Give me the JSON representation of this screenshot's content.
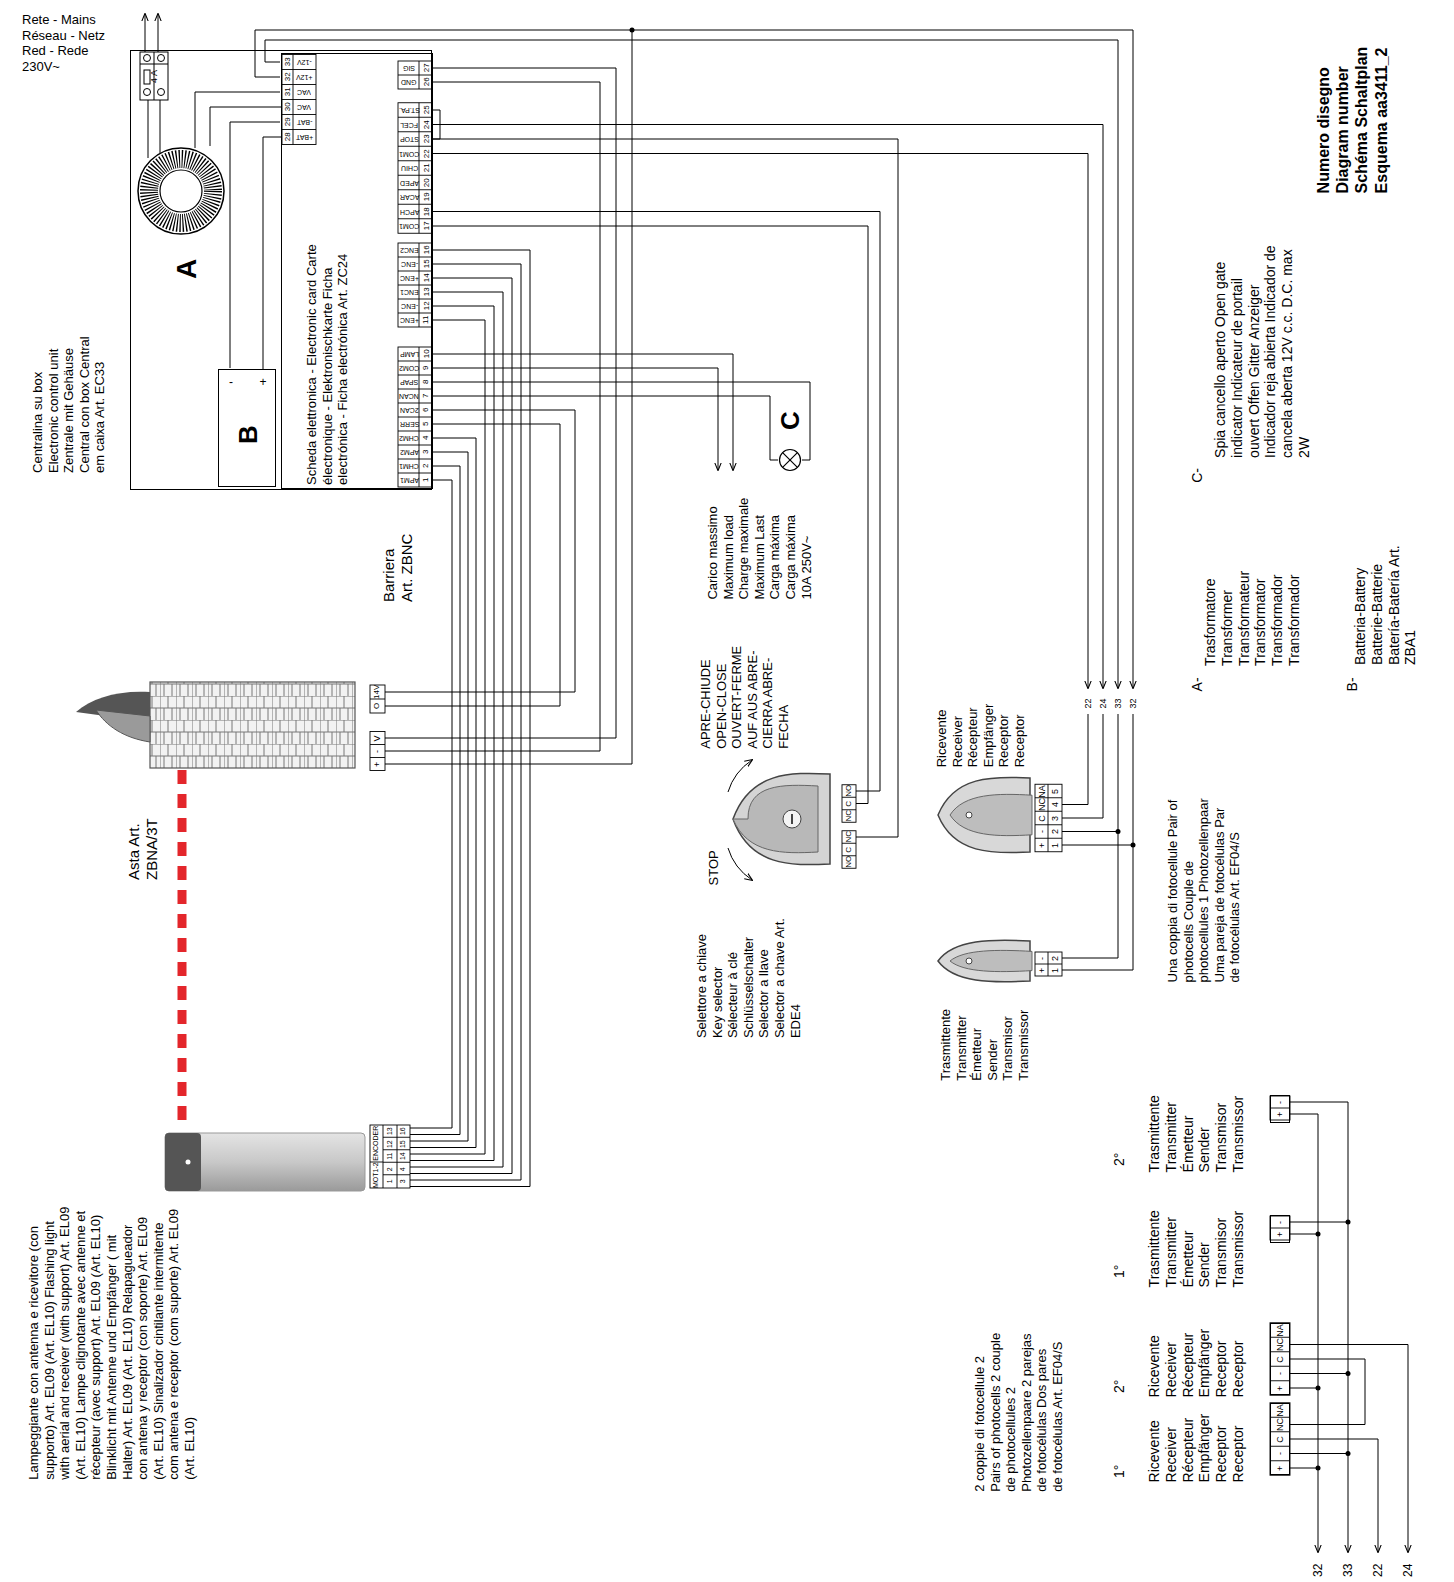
{
  "diagram": {
    "nodes": [
      {
        "text": [
          "Centralina su box Electronic control unit Zentrale mit Gehäuse Central con box Central em caixa Art. EC33"
        ]
      },
      {
        "text": [
          "Scheda elettronica - Electronic card Carte électronique - Elektronischkarte Ficha electrónica - Ficha electrónica Art. ZC24"
        ],
        "in": 0
      },
      {
        "text": [
          "A"
        ],
        "in": 0
      },
      {
        "text": [
          "B"
        ],
        "in": 0
      },
      {
        "text": [
          "C"
        ]
      },
      {
        "text": [
          "Selettore a chiave Key selector Sélecteur à clé Schlüsselschalter Selector a llave Selector a chave Art. EDE4"
        ]
      },
      {
        "text": [
          "Ricevente Receiver Récepteur Empfänger Receptor Receptor"
        ]
      },
      {
        "text": [
          "Trasmittente Transmitter Émetteur Sender Transmisor Transmissor"
        ]
      },
      {
        "text": [
          "1°",
          "Ricevente Receiver Récepteur Empfänger Receptor Receptor"
        ]
      },
      {
        "text": [
          "2°",
          "Ricevente Receiver Récepteur Empfänger Receptor Receptor"
        ]
      },
      {
        "text": [
          "1°",
          "Trasmittente Transmitter Émetteur Sender Transmisor Transmissor"
        ]
      },
      {
        "text": [
          "2°",
          "Trasmittente Transmitter Émetteur Sender Transmisor Transmissor"
        ]
      }
    ],
    "edges": [
      {
        "from": 1,
        "to": 2,
        "arrow": "none"
      },
      {
        "from": 1,
        "to": 3,
        "arrow": "none"
      },
      {
        "from": 1,
        "to": 4,
        "arrow": "none"
      },
      {
        "from": 1,
        "to": 5,
        "arrow": "none"
      }
    ],
    "labels": [
      "Rete - Mains Réseau - Netz Red - Rede 230V~",
      "4 A",
      "-",
      "+",
      "28",
      "29",
      "30",
      "31",
      "32",
      "33",
      "+BAT",
      "-BAT",
      "VAC",
      "VAC",
      "+12V",
      "-12V",
      "1",
      "2",
      "3",
      "4",
      "5",
      "6",
      "7",
      "8",
      "9",
      "10",
      "APM1",
      "CHM1",
      "APM2",
      "CHM2",
      "SERR",
      "2CAN",
      "NCAN",
      "SPAP",
      "COM2",
      "LAMP",
      "11",
      "12",
      "13",
      "14",
      "15",
      "16",
      "+ENC",
      "-ENC",
      "ENC1",
      "+ENC",
      "-ENC",
      "ENC2",
      "17",
      "18",
      "19",
      "20",
      "21",
      "22",
      "23",
      "24",
      "25",
      "COM1",
      "APCH",
      "ACAR",
      "APED",
      "CHIU",
      "COM1",
      "STOP",
      "FCEL",
      "ST.PA.",
      "26",
      "27",
      "GND",
      "SIG",
      "Barriera Art. ZBNC",
      "Carico massimo Maximum load Charge maximale Maximum Last Carga máxima Carga máxima 10A 250V~",
      "APRE-CHIUDE OPEN-CLOSE OUVERT-FERME AUF AUS ABRE-CIERRA ABRE-FECHA",
      "STOP",
      "NO",
      "C",
      "NC",
      "NC",
      "C",
      "NO",
      "+",
      "-",
      "C",
      "NC",
      "NA",
      "1",
      "2",
      "3",
      "4",
      "5",
      "22",
      "24",
      "33",
      "32",
      "+",
      "-",
      "1",
      "2",
      "Una coppia di fotocellule Pair of photocells Couple de photocellules 1 Photozellenpaar Uma pareja de fotocélulas Par de fotocélulas Art. EF04/S",
      "A-",
      "Trasformatore Transformer Transformateur Transformator Transformador Transformador",
      "B-",
      "Batteria-Battery Batterie-Batterie Batería-Batería Art. ZBA1",
      "C-",
      "Spia cancello aperto Open gate indicator Indicateur de portail ouvert Offen Gitter Anzeiger Indicador reja abierta Indicador de cancela aberta 12V c.c. D.C. max 2W",
      "Numero disegno Diagram number Schéma Schaltplan Esquema aa3411_2",
      "Asta Art. ZBNA/3T",
      "O",
      "14V",
      "+",
      "-",
      "V",
      "MOT1-2",
      "ENCODER",
      "1",
      "2",
      "11",
      "12",
      "13",
      "3",
      "4",
      "14",
      "15",
      "16",
      "Lampeggiante con antenna e ricevitore (con supporto) Art. EL09 (Art. EL10) Flashing light with aerial and receiver (with support) Art. EL09 (Art. EL10) Lampe clignotante avec antenne et récepteur (avec support) Art. EL09 (Art. EL10) Blinklicht mit Antenne und Empfänger ( mit Halter) Art. EL09 (Art. EL10) Relapagueador con antena y receptor (con soporte) Art. EL09 (Art. EL10) Sinalizador cintilante intermitente com antena e receptor (com suporte) Art. EL09 (Art. EL10)",
      "2 coppie di fotocellule 2 Pairs of photocells 2 couple de photocellules 2 Photozellenpaare 2 parejas de fotocélulas Dos pares de fotocélulas Art. EF04/S",
      "+",
      "-",
      "C",
      "NC",
      "NA",
      "+",
      "-",
      "C",
      "NC",
      "NA",
      "+",
      "-",
      "+",
      "-",
      "32",
      "33",
      "22",
      "24"
    ]
  }
}
